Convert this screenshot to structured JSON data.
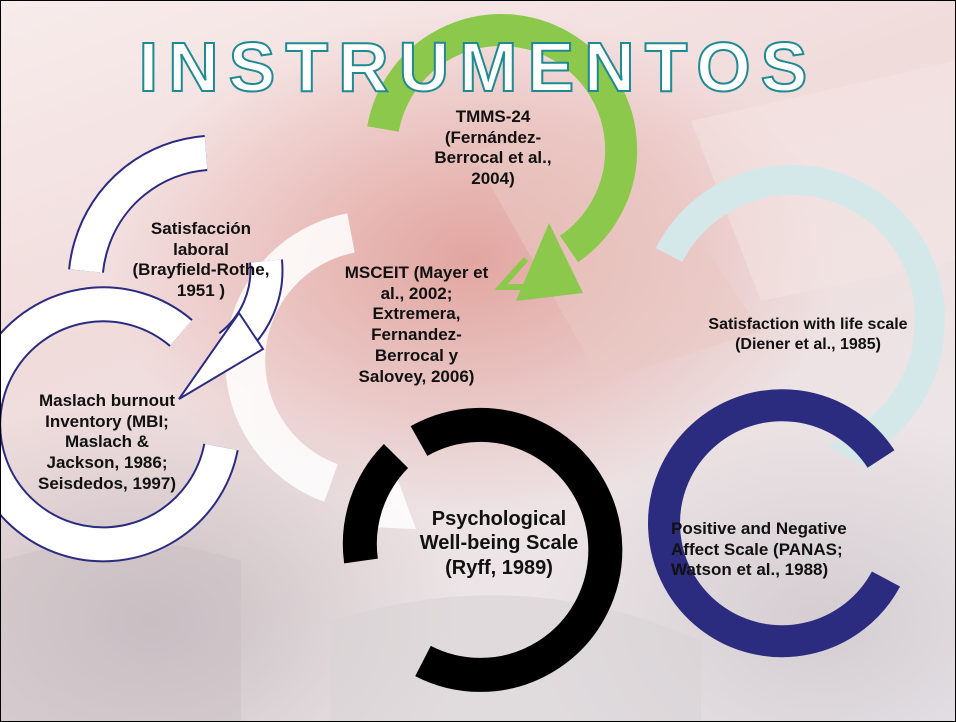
{
  "title": "INSTRUMENTOS",
  "colors": {
    "title_fill": "#ffffff",
    "title_stroke": "#1f8a92",
    "green_arrow": "#8cc84b",
    "navy": "#2b2b80",
    "black": "#000000",
    "light_blue": "#d4e8ea",
    "white": "#ffffff"
  },
  "instruments": {
    "tmms": {
      "line1": "TMMS-24",
      "line2": "(Fernández-",
      "line3": "Berrocal et al.,",
      "line4": "2004)"
    },
    "satisfaccion": {
      "line1": "Satisfacción",
      "line2": "laboral",
      "line3": "(Brayfield-Rothe,",
      "line4": "1951 )"
    },
    "msceit": {
      "line1": "MSCEIT (Mayer et",
      "line2": "al., 2002;",
      "line3": "Extremera,",
      "line4": "Fernandez-",
      "line5": "Berrocal y",
      "line6": "Salovey, 2006)"
    },
    "maslach": {
      "line1": "Maslach burnout",
      "line2": "Inventory (MBI;",
      "line3": "Maslach &",
      "line4": "Jackson, 1986;",
      "line5": "Seisdedos, 1997)"
    },
    "swl": {
      "line1": "Satisfaction with life scale",
      "line2": "(Diener et al., 1985)"
    },
    "pwb": {
      "line1": "Psychological",
      "line2": "Well-being Scale",
      "line3": "(Ryff, 1989)"
    },
    "panas": {
      "line1": "Positive and Negative",
      "line2": "Affect Scale (PANAS;",
      "line3": "Watson et al., 1988)"
    }
  }
}
